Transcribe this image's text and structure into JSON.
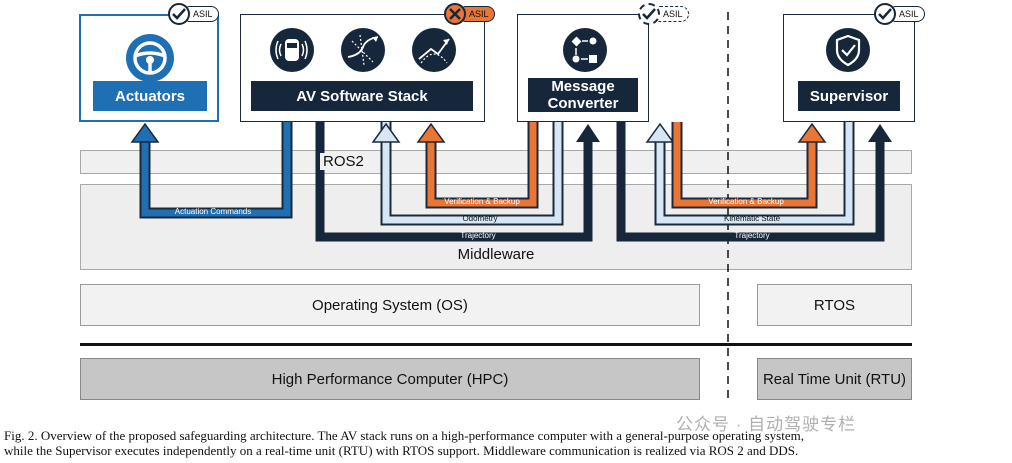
{
  "components": {
    "actuators": {
      "label": "Actuators",
      "badge": "ASIL"
    },
    "av_stack": {
      "label": "AV Software Stack",
      "badge": "ASIL"
    },
    "message_converter": {
      "label": "Message Converter",
      "badge": "ASIL"
    },
    "supervisor": {
      "label": "Supervisor",
      "badge": "ASIL"
    }
  },
  "layers": {
    "ros2": "ROS2",
    "middleware": "Middleware",
    "os": "Operating System (OS)",
    "rtos": "RTOS",
    "hpc": "High Performance Computer (HPC)",
    "rtu": "Real Time Unit (RTU)"
  },
  "flows": {
    "actuation": "Actuation Commands",
    "verification_left": "Verification & Backup",
    "odometry": "Odometry",
    "trajectory_left": "Trajectory",
    "verification_right": "Verification & Backup",
    "kinematic": "Kinematic State",
    "trajectory_right": "Trajectory"
  },
  "colors": {
    "dark_navy": "#16273b",
    "blue": "#1f6fb5",
    "orange": "#ea7534",
    "light_blue": "#d6e6f5"
  },
  "icons": [
    "steering-wheel-icon",
    "car-sensor-icon",
    "path-planning-icon",
    "trajectory-icon",
    "flowchart-icon",
    "shield-check-icon"
  ],
  "caption": {
    "line1": "Fig. 2.   Overview of the proposed safeguarding architecture. The AV stack runs on a high-performance computer with a general-purpose operating system,",
    "line2": "while the Supervisor executes independently on a real-time unit (RTU) with RTOS support. Middleware communication is realized via ROS 2 and DDS."
  },
  "watermark": "公众号 · 自动驾驶专栏"
}
